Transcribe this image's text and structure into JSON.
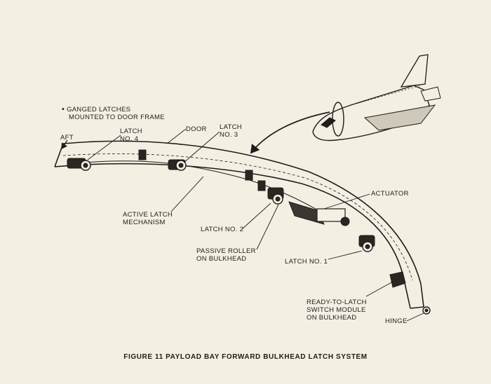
{
  "notes": {
    "ganged_bullet": "•",
    "ganged_line1": "GANGED LATCHES",
    "ganged_line2": "MOUNTED TO DOOR FRAME"
  },
  "labels": {
    "aft": "AFT",
    "latch4_line1": "LATCH",
    "latch4_line2": "NO. 4",
    "door": "DOOR",
    "latch3_line1": "LATCH",
    "latch3_line2": "NO. 3",
    "actuator": "ACTUATOR",
    "active_latch_line1": "ACTIVE LATCH",
    "active_latch_line2": "MECHANISM",
    "latch2": "LATCH NO. 2",
    "passive_roller_line1": "PASSIVE ROLLER",
    "passive_roller_line2": "ON BULKHEAD",
    "latch1": "LATCH NO. 1",
    "ready_line1": "READY-TO-LATCH",
    "ready_line2": "SWITCH MODULE",
    "ready_line3": "ON BULKHEAD",
    "hinge": "HINGE"
  },
  "caption": "FIGURE 11 PAYLOAD BAY FORWARD BULKHEAD LATCH SYSTEM",
  "colors": {
    "paper": "#f3efe3",
    "ink": "#1f1d1a"
  }
}
